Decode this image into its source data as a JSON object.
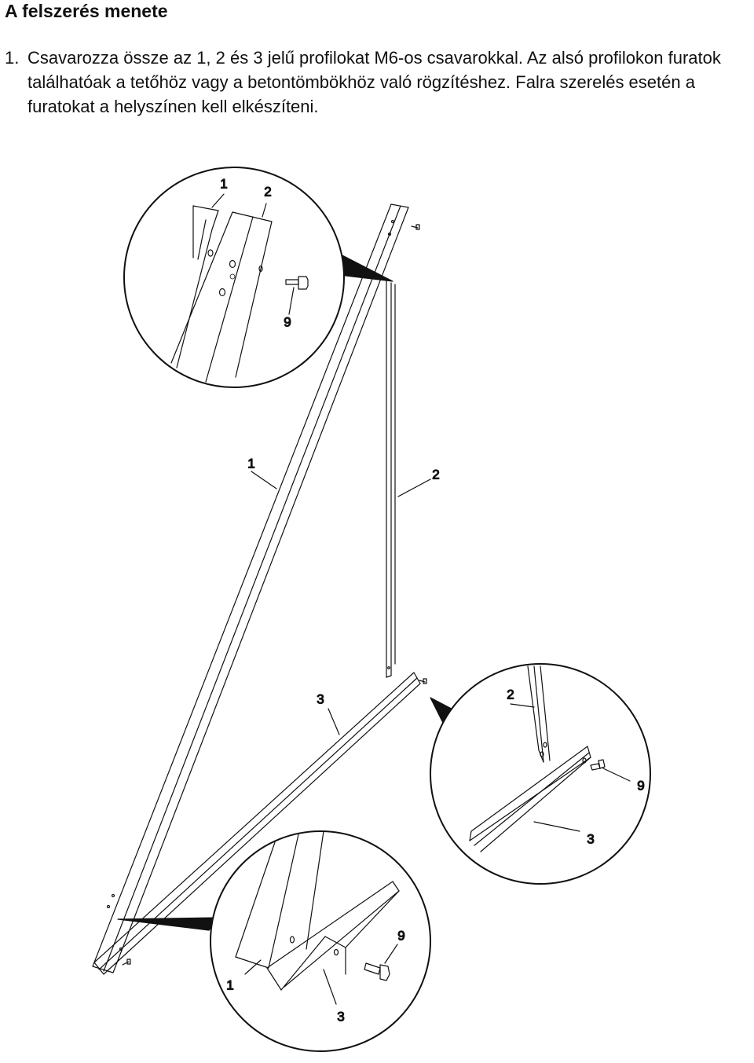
{
  "page": {
    "title": "A felszerés menete",
    "step_number": "1.",
    "step_text": "Csavarozza össze az 1, 2 és 3 jelű profilokat M6-os csavarokkal. Az alsó profilokon furatok találhatóak a tetőhöz vagy a betontömbökhöz való rögzítéshez. Falra szerelés esetén a furatokat a helyszínen kell elkészíteni."
  },
  "callouts": {
    "top_detail_profile_1": "1",
    "top_detail_profile_2": "2",
    "top_detail_screw": "9",
    "main_profile_1": "1",
    "main_profile_2": "2",
    "main_profile_3": "3",
    "right_detail_profile_2": "2",
    "right_detail_screw": "9",
    "right_detail_profile_3": "3",
    "bottom_detail_screw": "9",
    "bottom_detail_profile_1": "1",
    "bottom_detail_profile_3": "3"
  }
}
